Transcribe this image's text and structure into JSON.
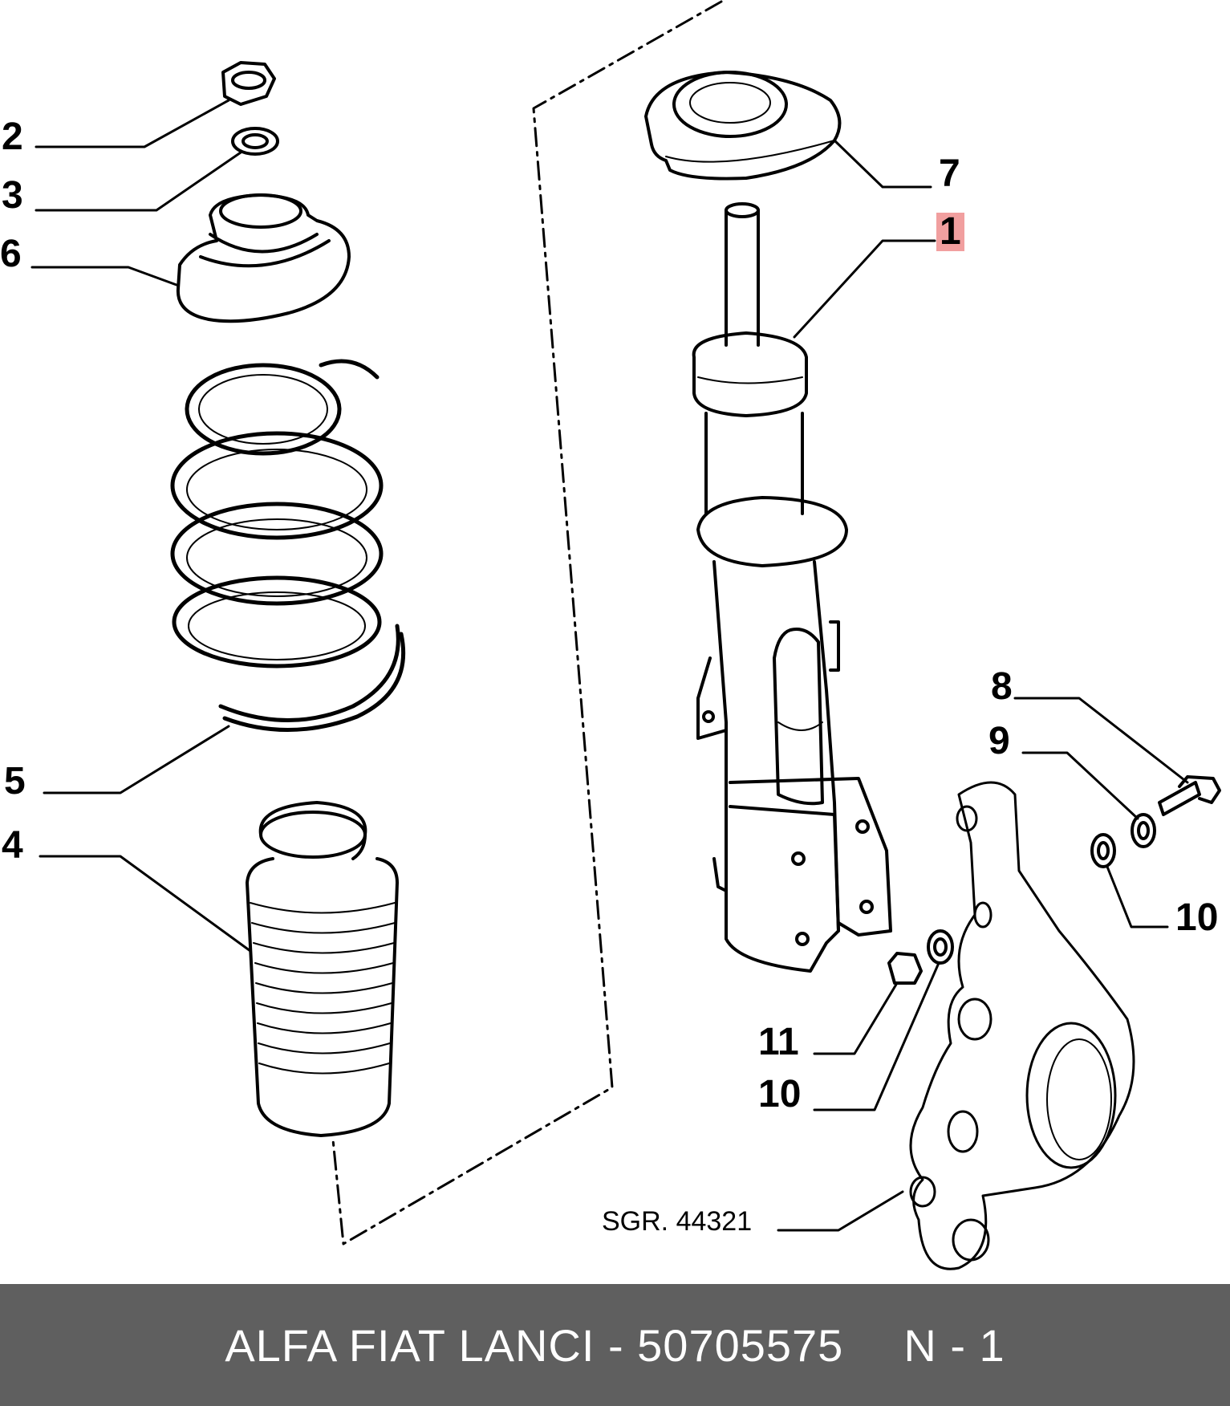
{
  "callouts": {
    "c2": "2",
    "c3": "3",
    "c6": "6",
    "c5": "5",
    "c4": "4",
    "c7": "7",
    "c1": "1",
    "c8": "8",
    "c9": "9",
    "c10a": "10",
    "c11": "11",
    "c10b": "10"
  },
  "reference": "SGR. 44321",
  "footer": {
    "brand": "ALFA FIAT LANCI - 50705575",
    "page": "N - 1"
  },
  "colors": {
    "line": "#000000",
    "footer_bg": "#5f5f5f",
    "footer_text": "#ffffff",
    "highlight": "#e65050"
  }
}
